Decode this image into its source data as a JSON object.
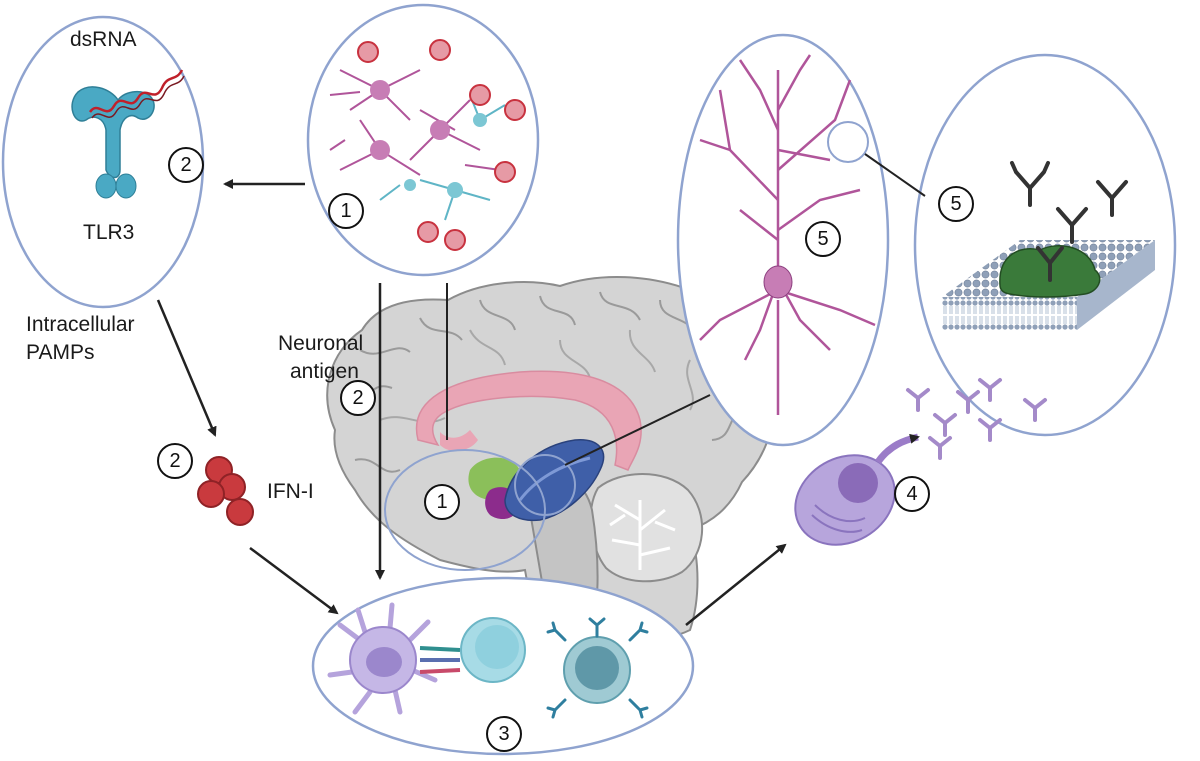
{
  "labels": {
    "dsrna": "dsRNA",
    "tlr3": "TLR3",
    "intracellular_pamps_line1": "Intracellular",
    "intracellular_pamps_line2": "PAMPs",
    "neuronal_antigen_line1": "Neuronal",
    "neuronal_antigen_line2": "antigen",
    "ifn": "IFN-I"
  },
  "step_numbers": {
    "tlr3_panel": "2",
    "infection_panel": "1",
    "antigen_arrow": "2",
    "ifn": "2",
    "brain_region": "1",
    "immune_panel": "3",
    "plasma_cell": "4",
    "neuron_panel": "5",
    "membrane_panel": "5"
  },
  "colors": {
    "panel_outline": "#8fa3cf",
    "arrow": "#222222",
    "brain_gray": "#d2d2d2",
    "corpus_callosum": "#e8a1b1",
    "hippocampus": "#3f5fa8",
    "neuron_pink": "#b0559a",
    "neuron_teal": "#5fb5c6",
    "virus_red": "#c8323f",
    "tlr3_blue": "#4aa9c4",
    "ifn_red": "#c93a3e",
    "plasma_purple": "#9b7cc8",
    "antibody_purple": "#a48ac9",
    "antibody_black": "#333333",
    "receptor_green": "#3a7a3a"
  }
}
